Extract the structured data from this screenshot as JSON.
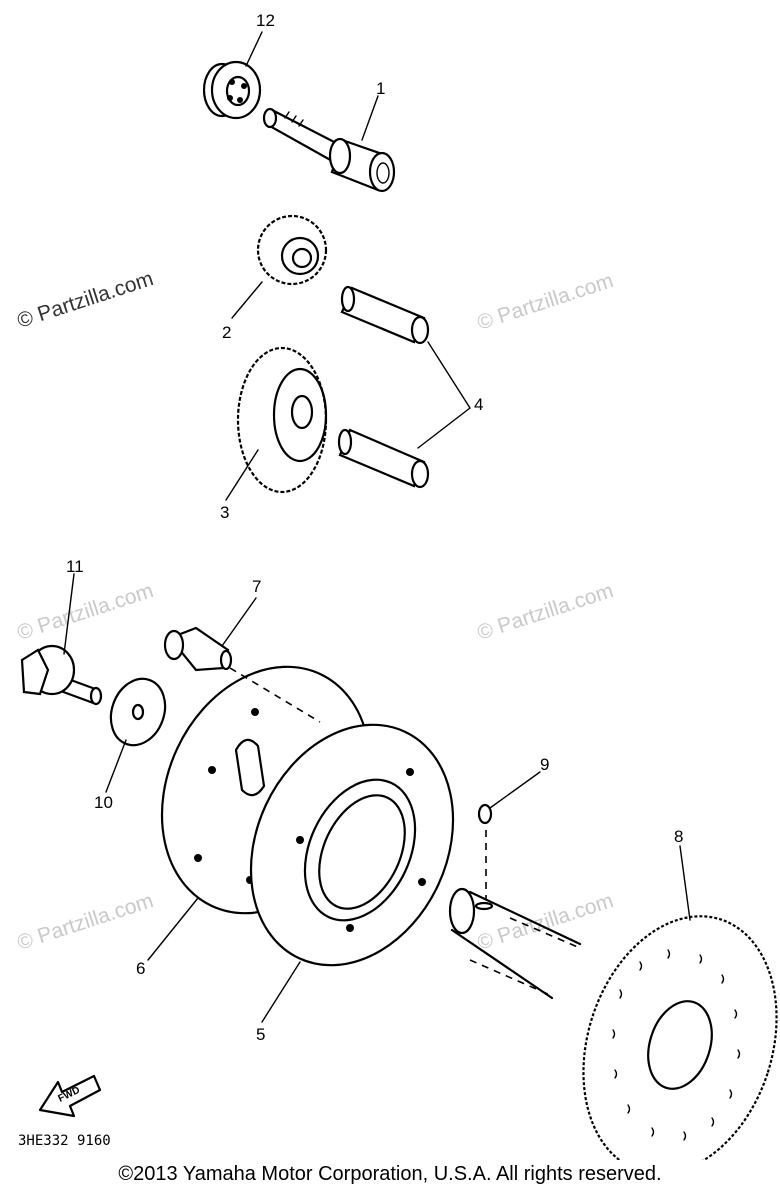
{
  "diagram": {
    "watermark_text": "© Partzilla.com",
    "drawing_code": "3HE332 9160",
    "fwd_label": "FWD",
    "copyright": "©2013 Yamaha Motor Corporation, U.S.A. All rights reserved.",
    "callouts": {
      "c1": "1",
      "c2": "2",
      "c3": "3",
      "c4": "4",
      "c5": "5",
      "c6": "6",
      "c7": "7",
      "c8": "8",
      "c9": "9",
      "c10": "10",
      "c11": "11",
      "c12": "12"
    }
  }
}
